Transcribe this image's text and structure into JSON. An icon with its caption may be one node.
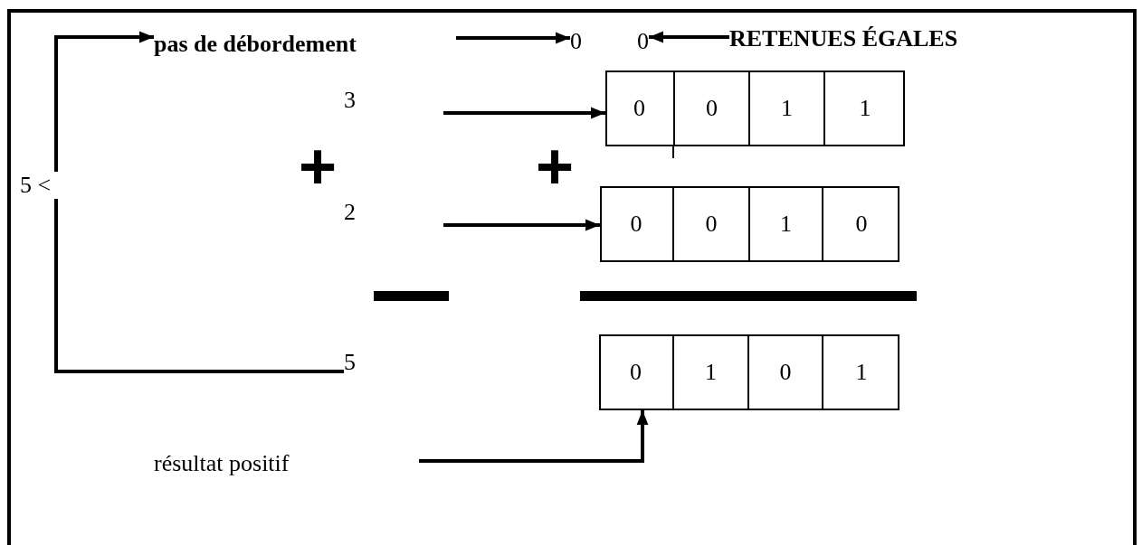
{
  "diagram": {
    "nodes": [
      {
        "text": [
          "pas de débordement"
        ]
      },
      {
        "text": [
          "0"
        ]
      },
      {
        "text": [
          "0"
        ]
      },
      {
        "text": [
          "RETENUES ÉGALES"
        ]
      },
      {
        "text": [
          "3"
        ]
      },
      {
        "text": [
          "2"
        ]
      },
      {
        "text": [
          "5"
        ]
      },
      {
        "text": [
          "5 <"
        ]
      },
      {
        "text": [
          "résultat positif"
        ]
      },
      {
        "text": [],
        "shape": "box"
      },
      {
        "text": [
          "0"
        ],
        "in": 9
      },
      {
        "text": [
          "0"
        ],
        "in": 9
      },
      {
        "text": [
          "1"
        ],
        "in": 9
      },
      {
        "text": [
          "1"
        ],
        "in": 9
      },
      {
        "text": [],
        "shape": "box"
      },
      {
        "text": [
          "0"
        ],
        "in": 14
      },
      {
        "text": [
          "0"
        ],
        "in": 14
      },
      {
        "text": [
          "1"
        ],
        "in": 14
      },
      {
        "text": [
          "0"
        ],
        "in": 14
      },
      {
        "text": [],
        "shape": "box"
      },
      {
        "text": [
          "0"
        ],
        "in": 19
      },
      {
        "text": [
          "1"
        ],
        "in": 19
      },
      {
        "text": [
          "0"
        ],
        "in": 19
      },
      {
        "text": [
          "1"
        ],
        "in": 19
      }
    ],
    "edges": [
      {
        "from": 7,
        "to": 0,
        "arrow": "to"
      },
      {
        "from": 7,
        "to": 6,
        "arrow": "none"
      },
      {
        "from": null,
        "to": 1,
        "arrow": "to"
      },
      {
        "from": 3,
        "to": 2,
        "arrow": "to"
      },
      {
        "from": null,
        "to": 9,
        "arrow": "to"
      },
      {
        "from": null,
        "to": 14,
        "arrow": "to"
      },
      {
        "from": null,
        "to": 19,
        "arrow": "to"
      }
    ],
    "labels": [
      "+",
      "+"
    ]
  }
}
